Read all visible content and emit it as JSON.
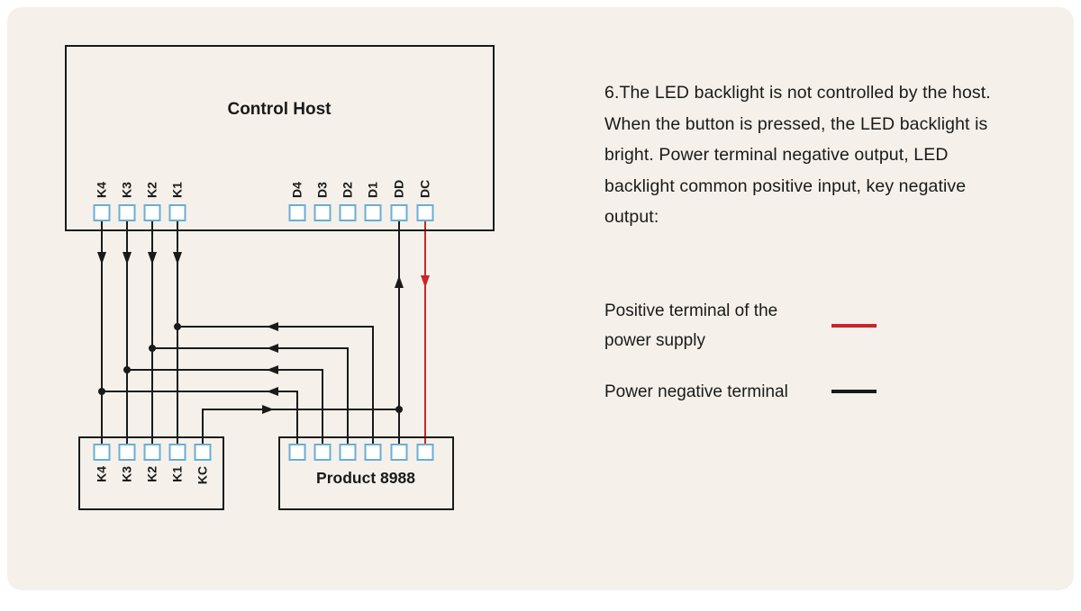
{
  "colors": {
    "background": "#f5f1ea",
    "ink": "#1a1a1a",
    "wire": "#1a1a1a",
    "positive": "#c9252b",
    "terminal_border": "#69aed6",
    "terminal_fill": "#ffffff"
  },
  "diagram": {
    "control_host": {
      "title": "Control Host",
      "key_terminals": [
        "K4",
        "K3",
        "K2",
        "K1"
      ],
      "data_terminals": [
        "D4",
        "D3",
        "D2",
        "D1",
        "DD",
        "DC"
      ]
    },
    "keypad": {
      "terminals": [
        "K4",
        "K3",
        "K2",
        "K1",
        "KC"
      ]
    },
    "product": {
      "title": "Product 8988",
      "terminal_count": 6
    }
  },
  "note": "6.The LED backlight is not controlled by the host. When the button is pressed, the LED backlight is bright. Power terminal negative output, LED backlight common positive input, key negative output:",
  "legend": {
    "positive": {
      "label": "Positive terminal of the power supply"
    },
    "negative": {
      "label": "Power negative terminal"
    }
  }
}
